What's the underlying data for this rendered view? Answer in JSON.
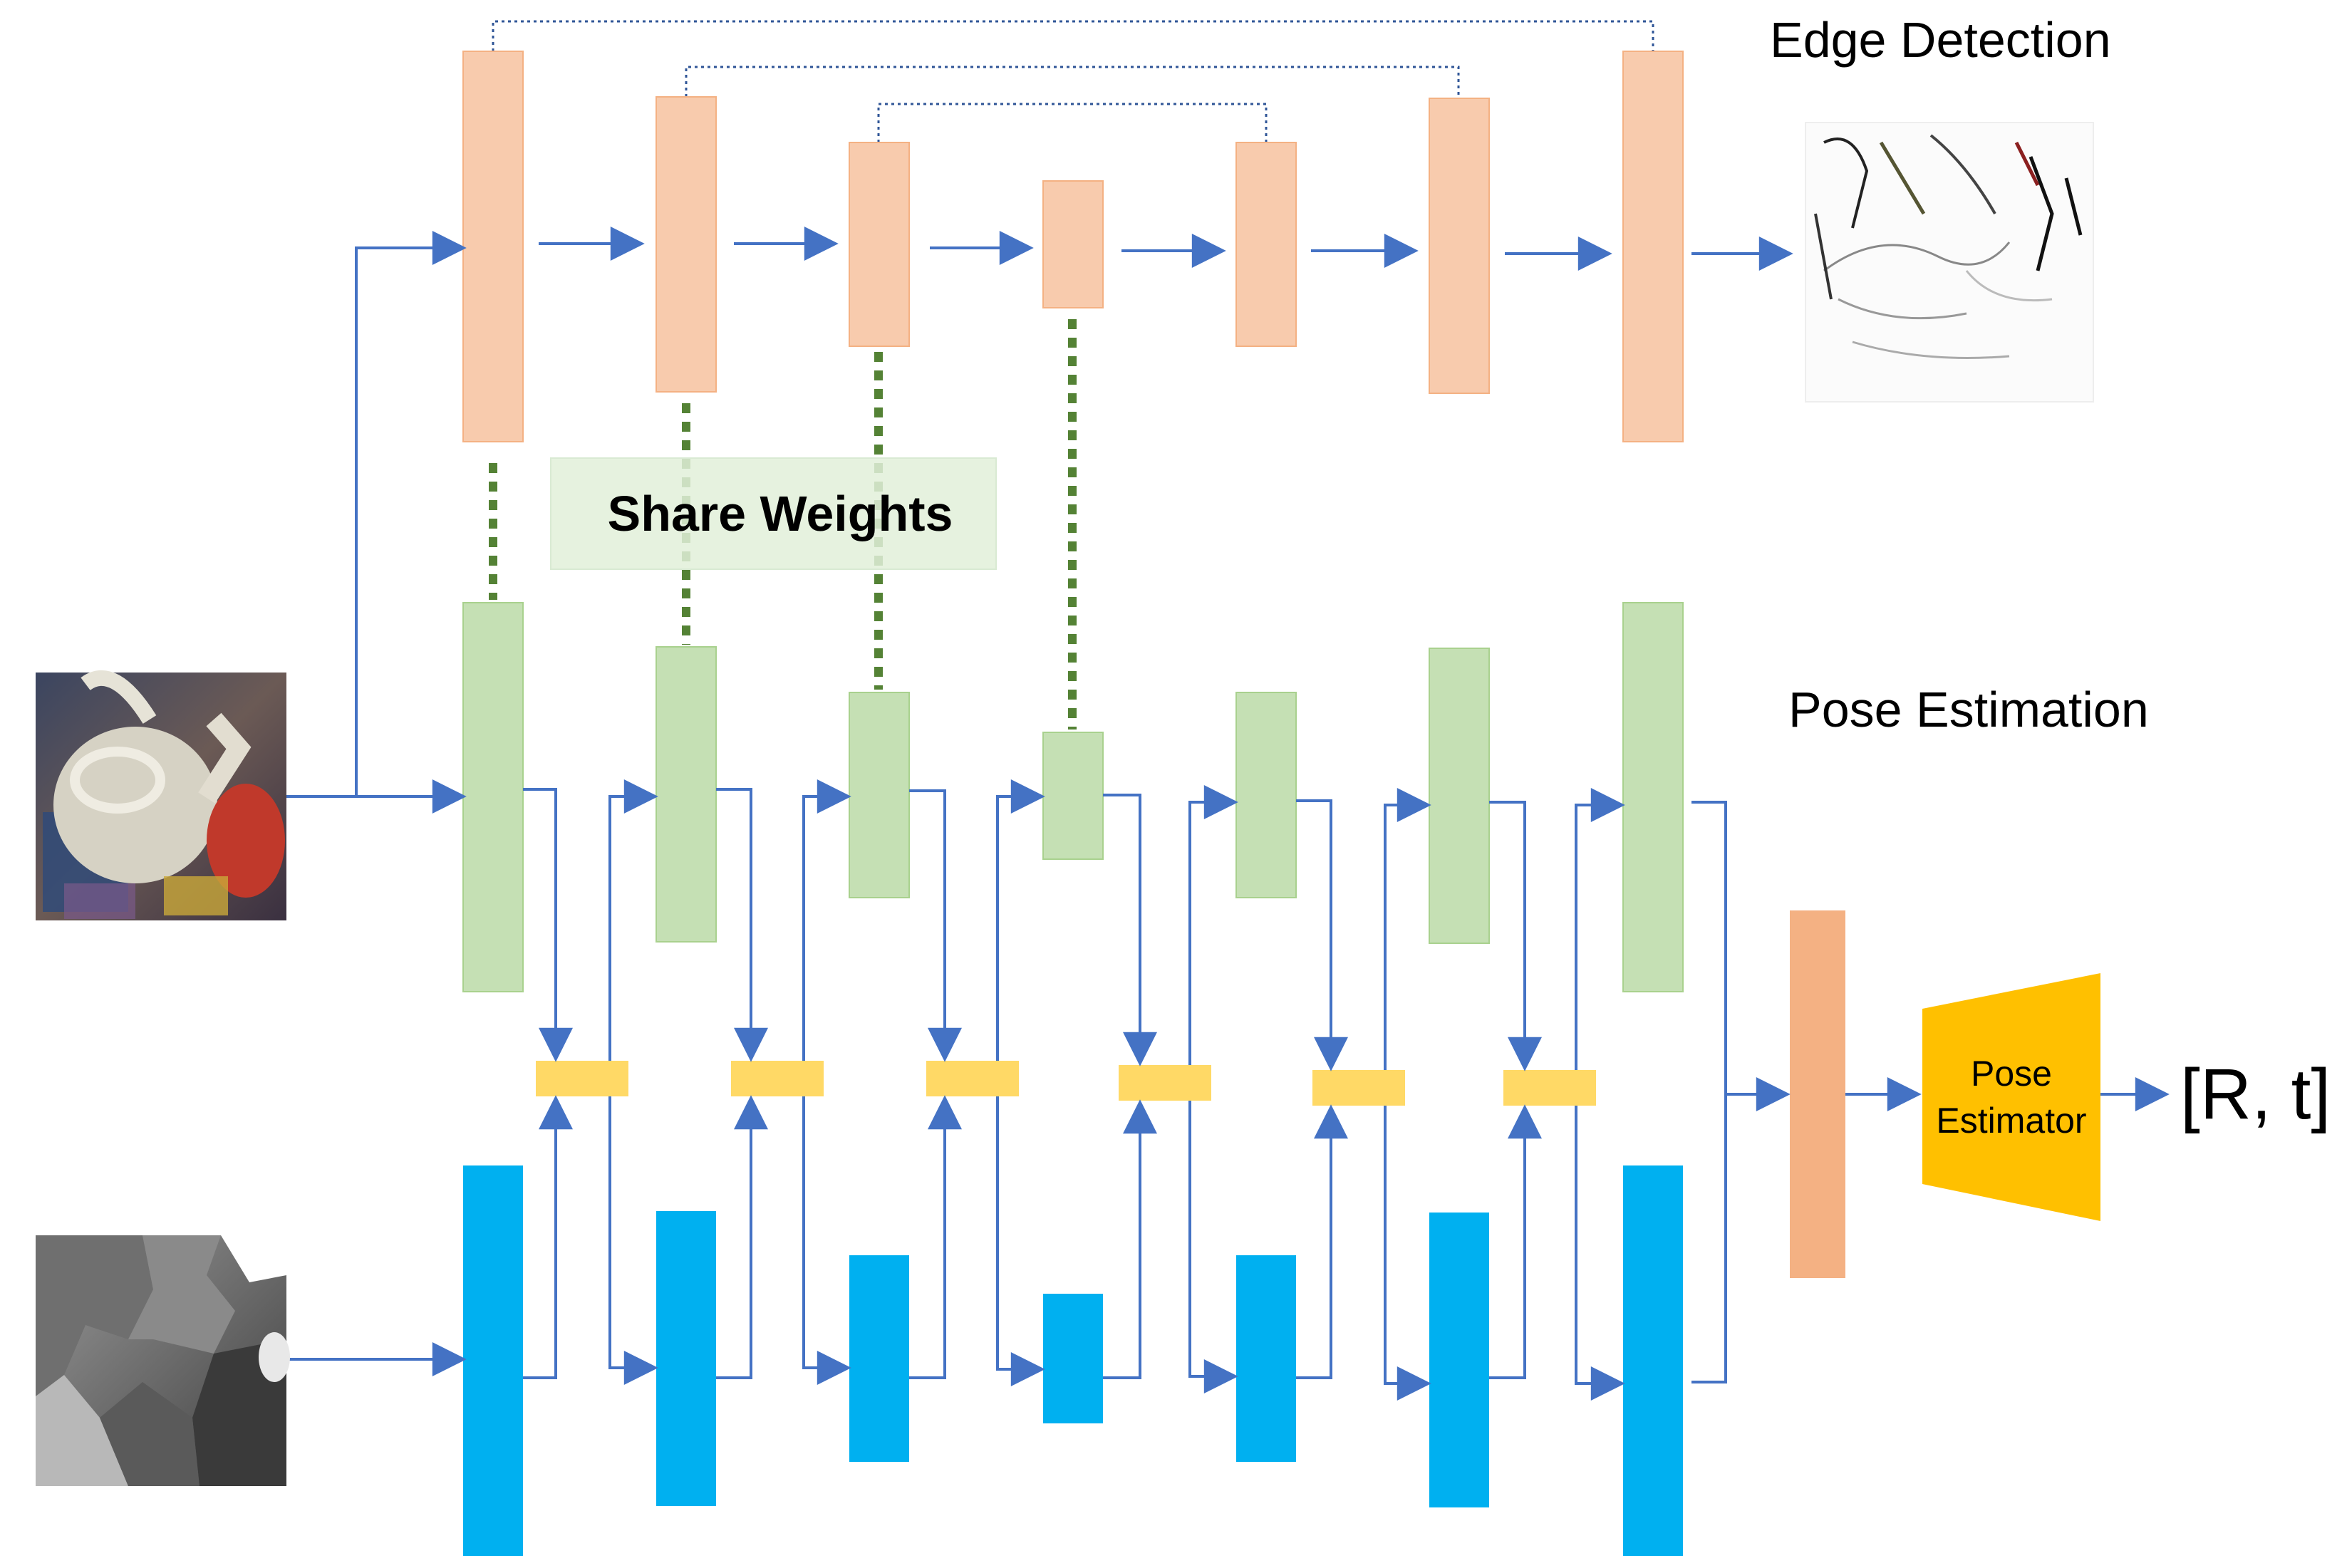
{
  "labels": {
    "edge_detection": "Edge Detection",
    "pose_estimation": "Pose Estimation",
    "share_weights": "Share Weights",
    "pose_estimator_line1": "Pose",
    "pose_estimator_line2": "Estimator",
    "output": "[R, t]"
  },
  "inputs": {
    "rgb_image": "rgb-input-image",
    "depth_image": "depth-input-image",
    "edge_output_image": "edge-map-output-image"
  },
  "blocks": {
    "edge_stream_count": 7,
    "rgb_stream_count": 7,
    "depth_stream_count": 7,
    "fusion_count": 6
  },
  "colors": {
    "edge_block": "#F8CBAD",
    "rgb_block": "#C5E0B4",
    "depth_block": "#00B0F0",
    "fusion_block": "#FFD966",
    "merge_block": "#F4B183",
    "pose_estimator": "#FFC000",
    "arrow": "#4472C4",
    "share_dash": "#548235",
    "share_box": "#E2F0D9"
  }
}
